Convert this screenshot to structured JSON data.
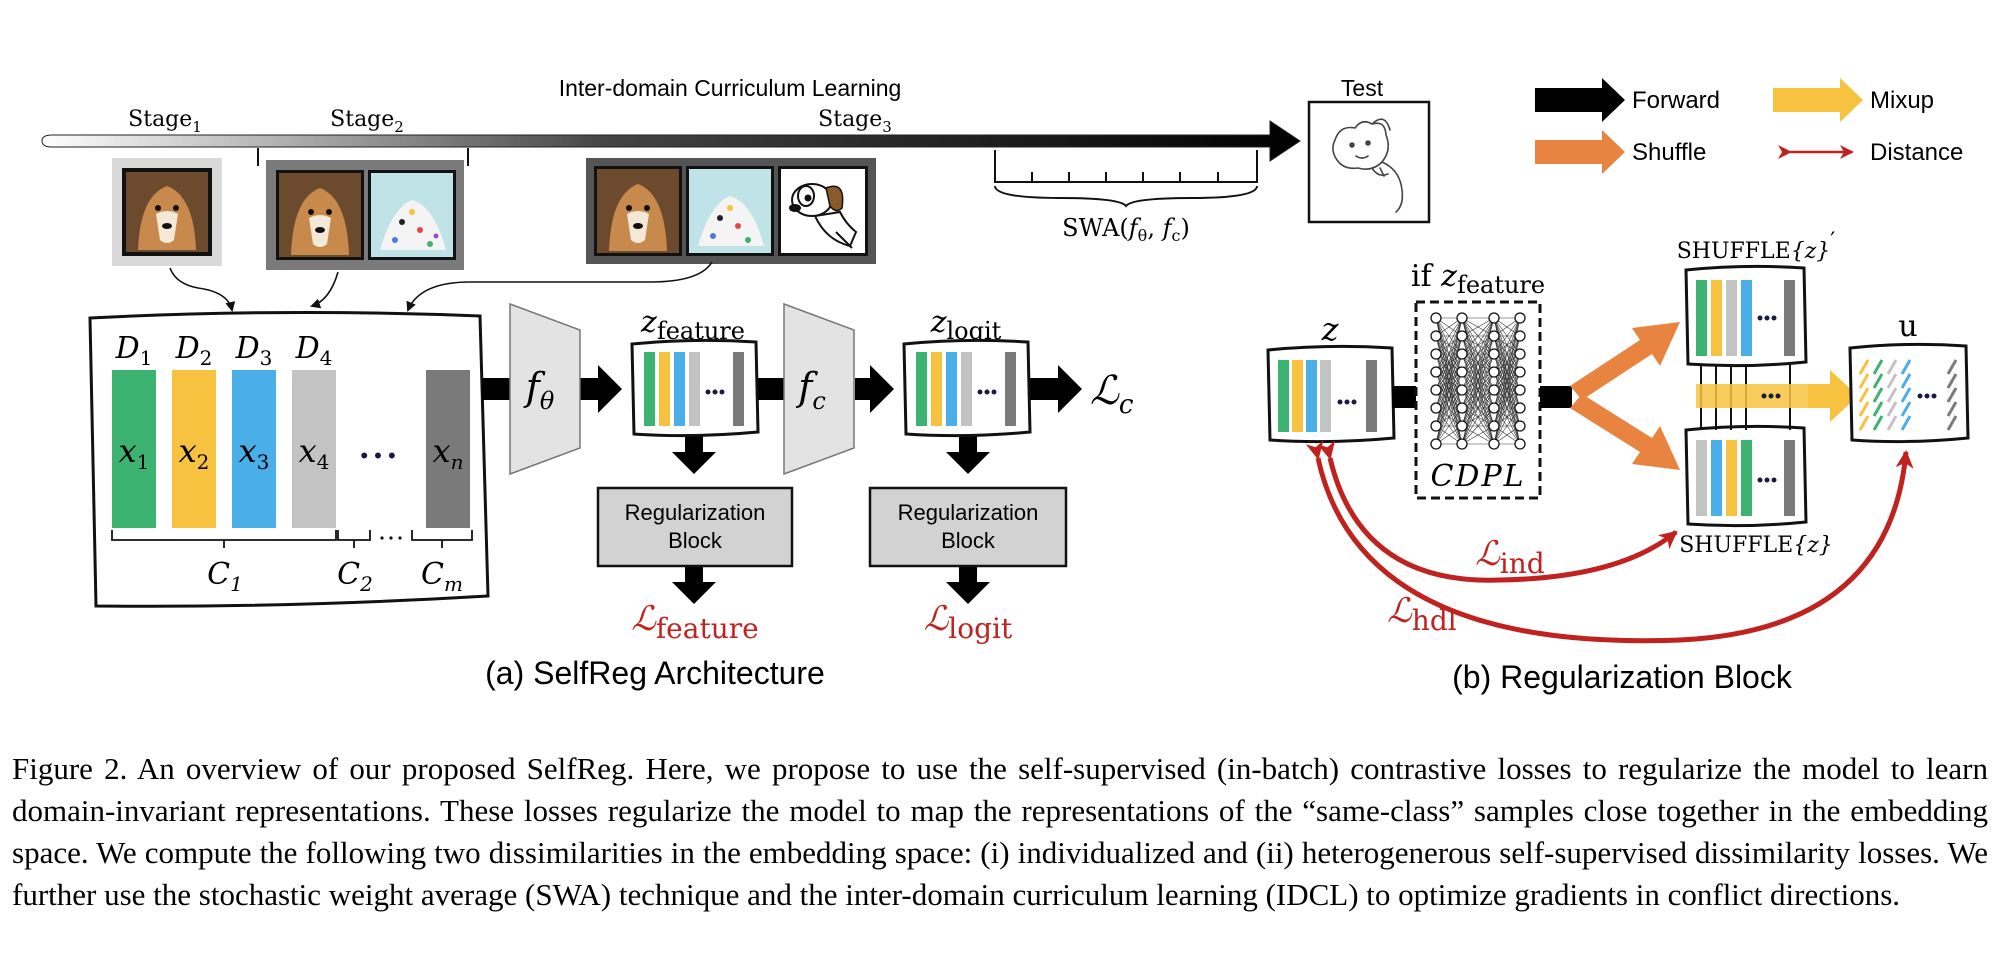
{
  "timeline": {
    "title": "Inter-domain Curriculum Learning",
    "stage1": {
      "name": "Stage",
      "sub": "1"
    },
    "stage2": {
      "name": "Stage",
      "sub": "2"
    },
    "stage3": {
      "name": "Stage",
      "sub": "3"
    },
    "test": "Test",
    "swa": {
      "pre": "SWA(",
      "f1": "f",
      "s1": "θ",
      "mid": ", ",
      "f2": "f",
      "s2": "c",
      "post": ")"
    }
  },
  "legend": {
    "forward": "Forward",
    "mixup": "Mixup",
    "shuffle": "Shuffle",
    "distance": "Distance"
  },
  "arch": {
    "domains": [
      {
        "d": "D",
        "ds": "1",
        "x": "x",
        "xs": "1",
        "color": "#3cb371"
      },
      {
        "d": "D",
        "ds": "2",
        "x": "x",
        "xs": "2",
        "color": "#f6c240"
      },
      {
        "d": "D",
        "ds": "3",
        "x": "x",
        "xs": "3",
        "color": "#4aaee8"
      },
      {
        "d": "D",
        "ds": "4",
        "x": "x",
        "xs": "4",
        "color": "#c3c3c3"
      }
    ],
    "xn": {
      "x": "x",
      "sub": "n",
      "color": "#7a7a7a"
    },
    "ellipsis": "• • •",
    "classes": [
      {
        "c": "C",
        "sub": "1"
      },
      {
        "c": "C",
        "sub": "2"
      },
      {
        "c": "C",
        "sub": "m"
      }
    ],
    "f_theta": {
      "f": "f",
      "sub": "θ"
    },
    "f_c": {
      "f": "f",
      "sub": "c"
    },
    "z_feature": {
      "z": "z",
      "sub": "feature"
    },
    "z_logit": {
      "z": "z",
      "sub": "logit"
    },
    "loss_c": {
      "l": "ℒ",
      "sub": "c"
    },
    "reg_block": {
      "line1": "Regularization",
      "line2": "Block"
    },
    "loss_feature": {
      "l": "ℒ",
      "sub": "feature"
    },
    "loss_logit": {
      "l": "ℒ",
      "sub": "logit"
    },
    "title": "(a) SelfReg Architecture"
  },
  "reg": {
    "z": "z",
    "if_z": {
      "pre": "if ",
      "z": "z",
      "sub": "feature"
    },
    "cdpl": "CDPL",
    "shuffle_top": {
      "name": "SHUFFLE",
      "arg": "{z}",
      "prime": "′"
    },
    "shuffle_bottom": {
      "name": "SHUFFLE",
      "arg": "{z}"
    },
    "u": "u",
    "loss_ind": {
      "l": "ℒ",
      "sub": "ind"
    },
    "loss_hdl": {
      "l": "ℒ",
      "sub": "hdl"
    },
    "title": "(b) Regularization Block"
  },
  "colors": {
    "red": "#c0231f",
    "orange": "#e8843f",
    "yellow": "#f6c240",
    "green": "#3cb371",
    "blue": "#4aaee8",
    "lightgray": "#c3c3c3",
    "darkgray": "#7a7a7a",
    "boxgray": "#d2d2d2"
  },
  "caption": "Figure 2. An overview of our proposed SelfReg. Here, we propose to use the self-supervised (in-batch) contrastive losses to regularize the model to learn domain-invariant representations. These losses regularize the model to map the representations of the “same-class” samples close together in the embedding space. We compute the following two dissimilarities in the embedding space: (i) individualized and (ii) heterogenerous self-supervised dissimilarity losses. We further use the stochastic weight average (SWA) technique and the inter-domain curriculum learning (IDCL) to optimize gradients in conflict directions."
}
